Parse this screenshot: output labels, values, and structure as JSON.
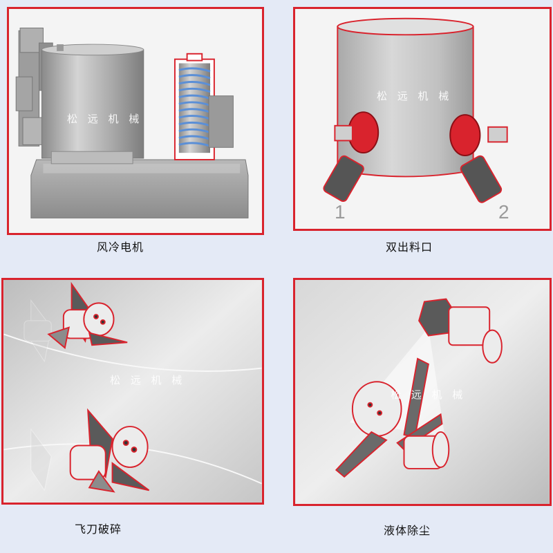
{
  "watermark": "松 远 机 械",
  "panels": [
    {
      "caption": "风冷电机"
    },
    {
      "caption": "双出料口",
      "labels": [
        "1",
        "2"
      ]
    },
    {
      "caption": "飞刀破碎"
    },
    {
      "caption": "液体除尘"
    }
  ],
  "colors": {
    "accent": "#d9232d",
    "background": "#e4eaf6"
  }
}
